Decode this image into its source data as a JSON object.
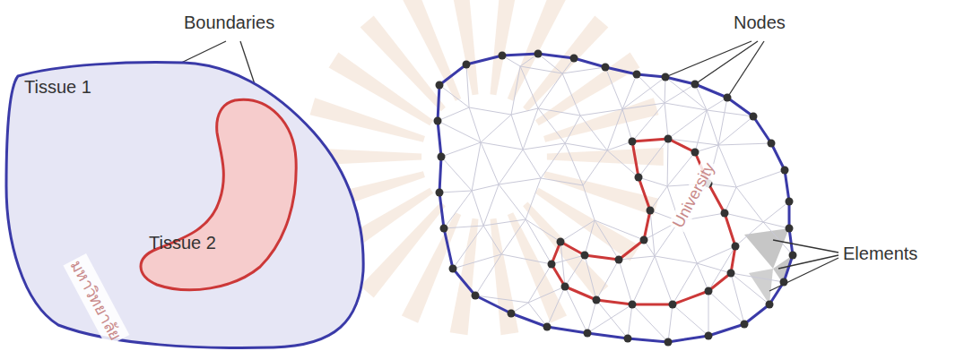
{
  "diagram": {
    "nodes": [
      {
        "text": [
          "Tissue 1"
        ]
      },
      {
        "text": [
          "Tissue 2"
        ],
        "in": 0
      }
    ],
    "labels": [
      "Boundaries",
      "Nodes",
      "Elements",
      "มหาวิทยาลัย",
      "University"
    ]
  }
}
